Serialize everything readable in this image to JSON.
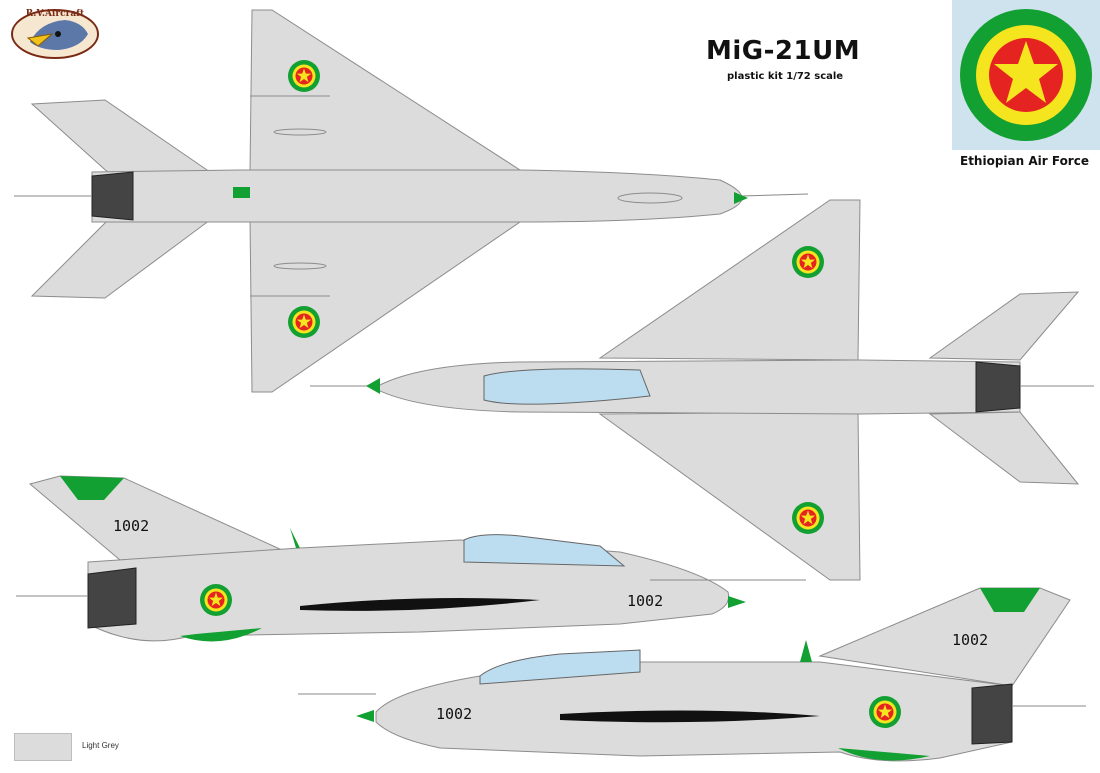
{
  "logo_text": "R.V.Aircraft",
  "title": "MiG-21UM",
  "subtitle": "plastic kit 1/72 scale",
  "air_force": "Ethiopian Air Force",
  "serial": "1002",
  "legend": {
    "label": "Light Grey",
    "color": "#dcdcdc"
  },
  "colors": {
    "airframe": "#dcdcdc",
    "panel_lines": "#9a9a9a",
    "roundel_green": "#13a032",
    "roundel_yellow": "#f5e51e",
    "roundel_red": "#e52421",
    "canopy": "#bcdcf0",
    "nozzle": "#444444",
    "background_panel": "#cfe3ef"
  }
}
